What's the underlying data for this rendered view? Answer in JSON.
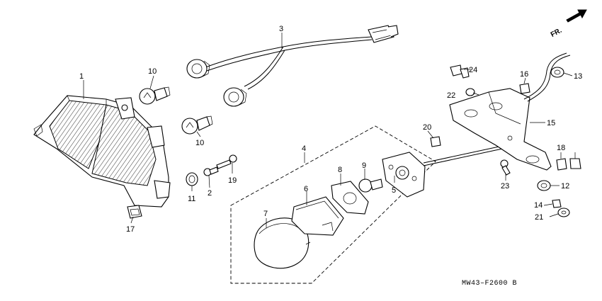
{
  "diagram": {
    "callouts": [
      "1",
      "2",
      "3",
      "4",
      "5",
      "6",
      "7",
      "8",
      "9",
      "10",
      "10",
      "11",
      "12",
      "13",
      "14",
      "15",
      "16",
      "17",
      "18",
      "19",
      "20",
      "21",
      "22",
      "23",
      "24"
    ],
    "direction_label": "FR.",
    "diagram_code": "MW43–F2600 B"
  },
  "icons": [
    "front-direction-arrow-icon"
  ]
}
